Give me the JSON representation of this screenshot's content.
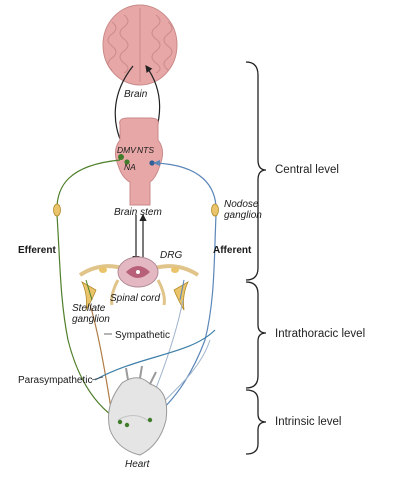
{
  "labels": {
    "brain": "Brain",
    "dmv": "DMV",
    "nts": "NTS",
    "na": "NA",
    "brain_stem": "Brain stem",
    "nodose_ganglion": "Nodose\nganglion",
    "efferent": "Efferent",
    "afferent": "Afferent",
    "drg": "DRG",
    "spinal_cord": "Spinal cord",
    "stellate_ganglion": "Stellate\nganglion",
    "sympathetic": "Sympathetic",
    "parasympathetic": "Parasympathetic",
    "heart": "Heart"
  },
  "levels": {
    "central": "Central level",
    "intrathoracic": "Intrathoracic level",
    "intrinsic": "Intrinsic level"
  },
  "colors": {
    "efferent_line": "#4f7f2a",
    "afferent_line": "#5a86b8",
    "sympathetic_line": "#b07a45",
    "parasympathetic_line": "#3d7fa8",
    "ganglion": "#e9c46a",
    "brain": "#e8a7a7"
  }
}
